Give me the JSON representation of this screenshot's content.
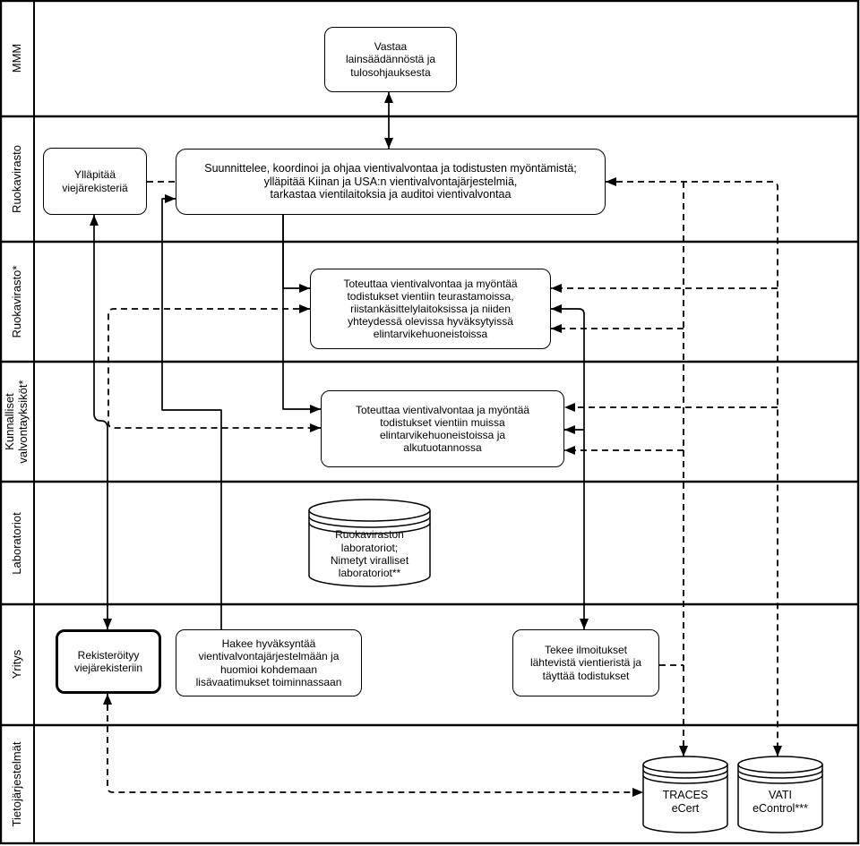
{
  "lanes": [
    {
      "label": "MMM"
    },
    {
      "label": "Ruokavirasto"
    },
    {
      "label": "Ruokavirasto*"
    },
    {
      "label": "Kunnalliset\nvalvontayksiköt*"
    },
    {
      "label": "Laboratoriot"
    },
    {
      "label": "Yritys"
    },
    {
      "label": "Tietojärjestelmät"
    }
  ],
  "nodes": {
    "mmm_box": "Vastaa\nlainsäädännöstä ja\ntulosohjauksesta",
    "yllapitaa": "Ylläpitää\nviejärekisteriä",
    "suunnittelee": "Suunnittelee, koordinoi ja ohjaa vientivalvontaa ja todistusten myöntämistä;\nylläpitää Kiinan ja USA:n vientivalvontajärjestelmiä,\ntarkastaa vientilaitoksia ja auditoi vientivalvontaa",
    "toteuttaa_teurastamoissa": "Toteuttaa vientivalvontaa ja myöntää\ntodistukset vientiin teurastamoissa,\nriistankäsittelylaitoksissa ja niiden\nyhteydessä olevissa hyväksytyissä\nelintarvikehuoneistoissa",
    "toteuttaa_muissa": "Toteuttaa vientivalvontaa ja myöntää\ntodistukset vientiin muissa\nelintarvikehuoneistoissa ja\nalkutuotannossa",
    "laboratoriot": "Ruokaviraston\nlaboratoriot;\nNimetyt viralliset\nlaboratoriot**",
    "rekisteroityy": "Rekisteröityy\nviejärekisteriin",
    "hakee": "Hakee hyväksyntää\nvientivalvontajärjestelmään ja\nhuomioi kohdemaan\nlisävaatimukset toiminnassaan",
    "tekee": "Tekee ilmoitukset\nlähtevistä vientieristä ja\ntäyttää todistukset",
    "traces": "TRACES\neCert",
    "vati": "VATI\neControl***"
  },
  "colors": {
    "stroke": "#000000",
    "background": "#ffffff"
  }
}
